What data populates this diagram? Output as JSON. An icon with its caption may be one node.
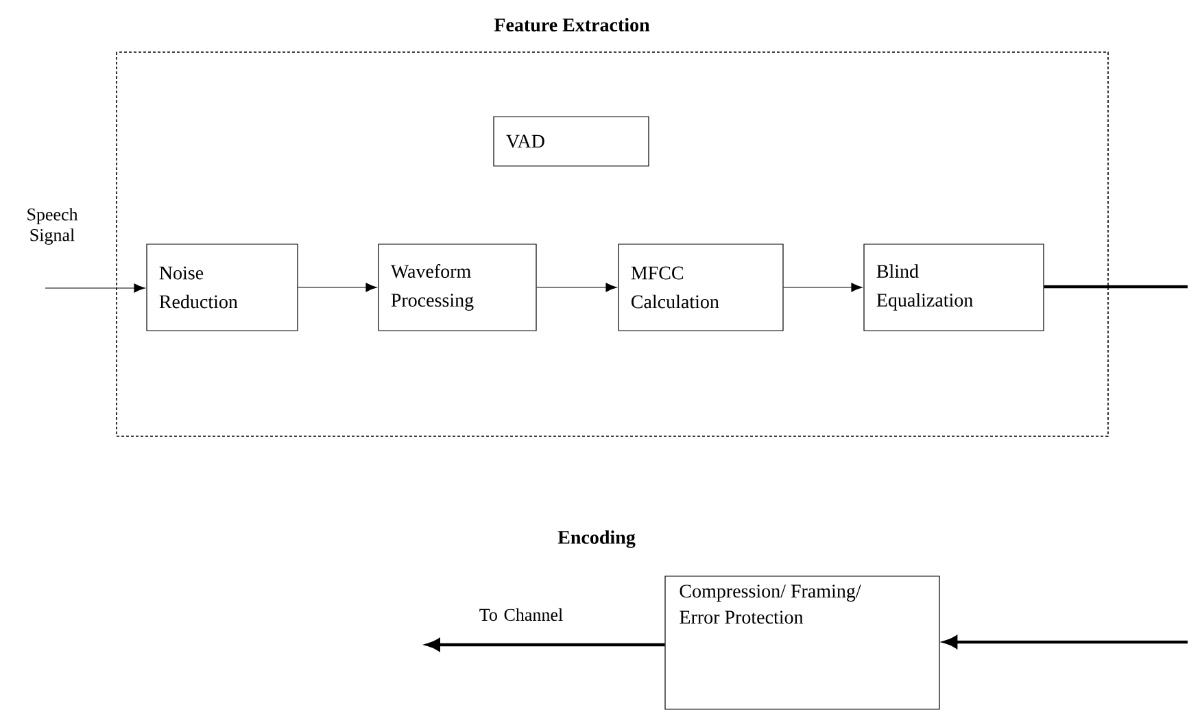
{
  "diagram": {
    "nodes": [
      {
        "text": [
          "Feature Extraction"
        ]
      },
      {
        "text": [
          "VAD"
        ],
        "in": 0
      },
      {
        "text": [
          "Noise Reduction"
        ],
        "in": 0
      },
      {
        "text": [
          "Waveform Processing"
        ],
        "in": 0
      },
      {
        "text": [
          "MFCC Calculation"
        ],
        "in": 0
      },
      {
        "text": [
          "Blind Equalization"
        ],
        "in": 0
      },
      {
        "text": [
          "Encoding",
          "Compression/ Framing/ Error Protection"
        ]
      }
    ],
    "edges": [
      {
        "from": null,
        "to": 2,
        "arrow": "to",
        "label": "Speech Signal"
      },
      {
        "from": 2,
        "to": 3,
        "arrow": "to"
      },
      {
        "from": 3,
        "to": 4,
        "arrow": "to"
      },
      {
        "from": 4,
        "to": 5,
        "arrow": "to"
      },
      {
        "from": 5,
        "to": null,
        "arrow": "none",
        "style": "thick"
      },
      {
        "from": null,
        "to": 6,
        "arrow": "to",
        "style": "thick"
      },
      {
        "from": 6,
        "to": null,
        "arrow": "to",
        "label": "To Channel",
        "style": "thick"
      }
    ]
  }
}
